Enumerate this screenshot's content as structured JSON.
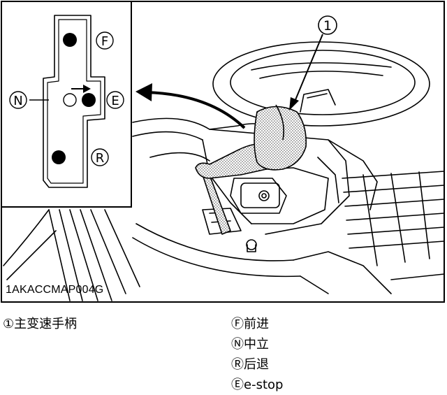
{
  "figure_code": "1AKACCMAP004G",
  "callout_number": "1",
  "inset_letters": {
    "forward": "F",
    "neutral": "N",
    "estop": "E",
    "reverse": "R"
  },
  "legend": {
    "item1": {
      "symbol": "①",
      "text": "主变速手柄"
    },
    "f": {
      "symbol": "Ⓕ",
      "text": "前进"
    },
    "n": {
      "symbol": "Ⓝ",
      "text": "中立"
    },
    "r": {
      "symbol": "Ⓡ",
      "text": "后退"
    },
    "e": {
      "symbol": "Ⓔ",
      "text": "e-stop"
    }
  }
}
